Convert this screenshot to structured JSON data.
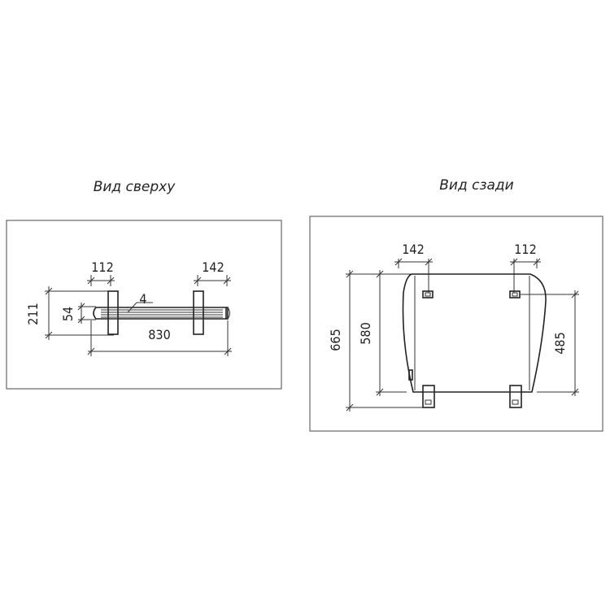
{
  "views": {
    "top": {
      "title": "Вид сверху",
      "dims": {
        "left_bracket": "112",
        "right_bracket": "142",
        "depth_total": "211",
        "panel_depth": "54",
        "gap": "4",
        "width": "830"
      }
    },
    "back": {
      "title": "Вид сзади",
      "dims": {
        "left_offset": "142",
        "right_offset": "112",
        "total_height": "665",
        "body_height": "580",
        "mount_height": "485"
      }
    }
  }
}
